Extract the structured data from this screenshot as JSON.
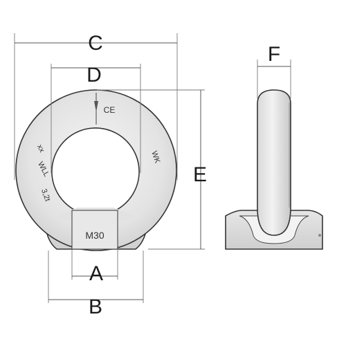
{
  "dimensions": {
    "C": "C",
    "D": "D",
    "E": "E",
    "F": "F",
    "A": "A",
    "B": "B"
  },
  "markings": {
    "thread": "M30",
    "ce": "CE",
    "wk": "WK",
    "wll": "WLL",
    "load": "3,2t"
  },
  "colors": {
    "metal_light": "#ededed",
    "metal_mid": "#d6d6d6",
    "metal_dark": "#bdbdbd",
    "outline": "#333333"
  }
}
